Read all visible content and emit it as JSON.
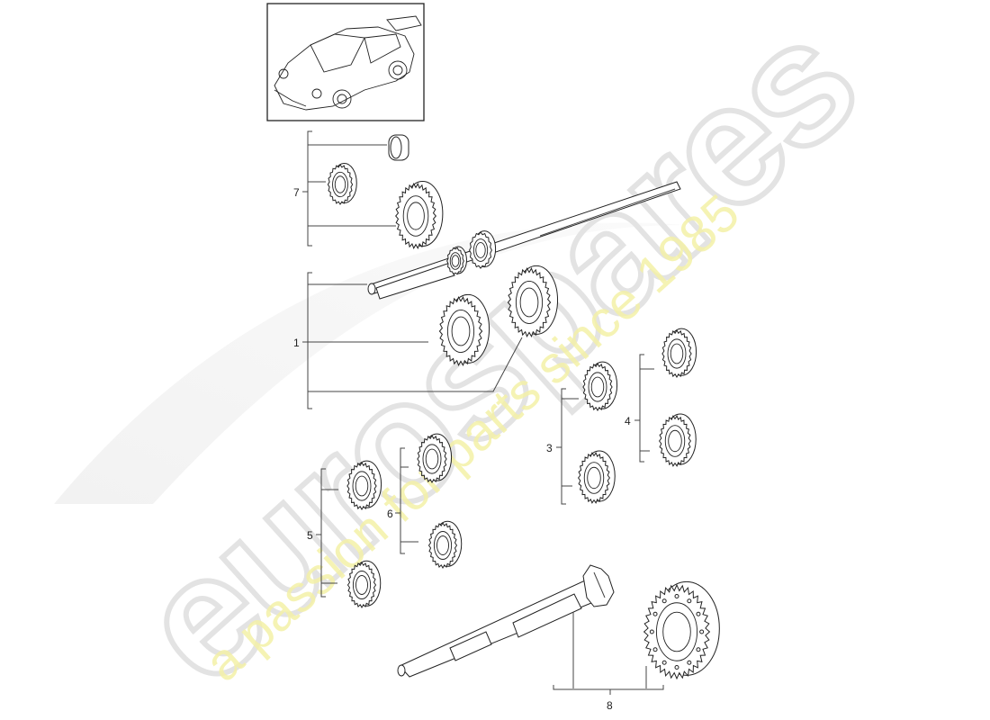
{
  "watermark": {
    "brand": "eurospares",
    "tagline": "a passion for parts since 1985",
    "brand_color": "#e8e8e8",
    "tagline_color": "#f5f3b0"
  },
  "thumbnail": {
    "subject": "car-overview-drawing"
  },
  "callouts": [
    {
      "number": "7",
      "description": "gear set (3 parts)",
      "parts": 3
    },
    {
      "number": "1",
      "description": "input shaft with gears",
      "parts": 3
    },
    {
      "number": "3",
      "description": "gear pair",
      "parts": 2
    },
    {
      "number": "4",
      "description": "gear pair",
      "parts": 2
    },
    {
      "number": "5",
      "description": "gear pair",
      "parts": 2
    },
    {
      "number": "6",
      "description": "gear pair",
      "parts": 2
    },
    {
      "number": "8",
      "description": "pinion shaft and ring gear",
      "parts": 2
    }
  ],
  "colors": {
    "line": "#222222",
    "background": "#ffffff"
  }
}
